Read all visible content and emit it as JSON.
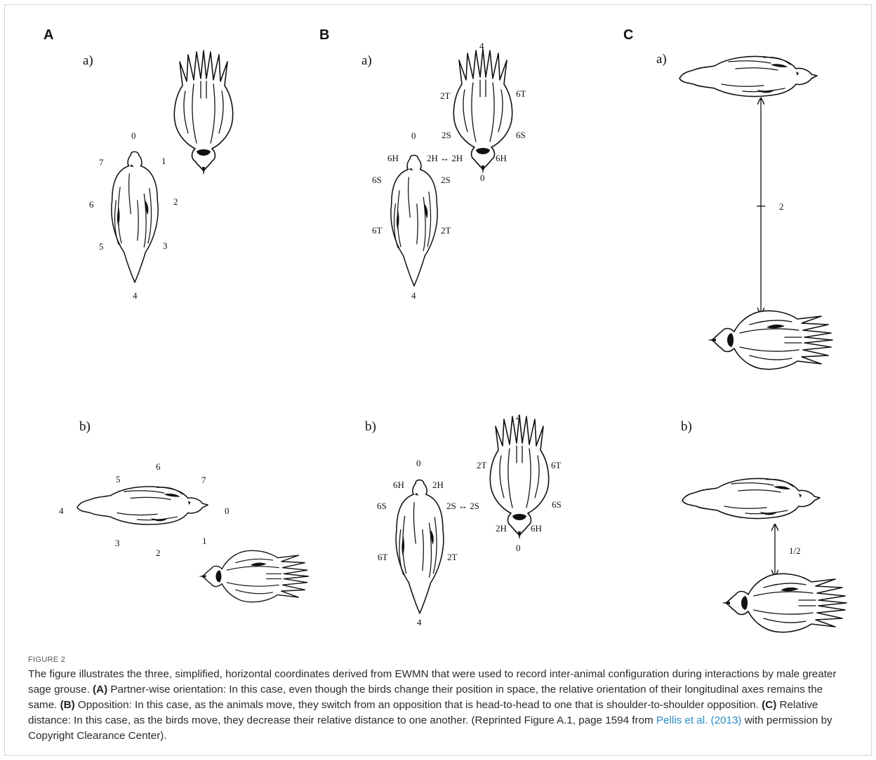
{
  "figure": {
    "panels": {
      "A": "A",
      "B": "B",
      "C": "C"
    },
    "sub": {
      "a": "a)",
      "b": "b)"
    },
    "A": {
      "a_labels": [
        "0",
        "1",
        "2",
        "3",
        "4",
        "5",
        "6",
        "7"
      ],
      "b_labels": [
        "0",
        "1",
        "2",
        "3",
        "4",
        "5",
        "6",
        "7"
      ]
    },
    "B": {
      "a": {
        "top_4": "4",
        "top_2T": "2T",
        "top_6T": "6T",
        "top_6S": "6S",
        "top_0": "0",
        "left_0": "0",
        "left_2S": "2S",
        "left_6H": "6H",
        "left_6S": "6S",
        "left_6T": "6T",
        "left_2T": "2T",
        "left_4": "4",
        "left_2S_b": "2S",
        "rel": "2H ↔ 2H",
        "top_6H": "6H"
      },
      "b": {
        "right_4": "4",
        "right_2T": "2T",
        "right_6T": "6T",
        "right_6S": "6S",
        "right_2H": "2H",
        "right_6H": "6H",
        "right_0": "0",
        "left_0": "0",
        "left_6H": "6H",
        "left_2H": "2H",
        "left_6S": "6S",
        "left_6T": "6T",
        "left_2T": "2T",
        "left_4": "4",
        "rel": "2S ↔ 2S"
      }
    },
    "C": {
      "a_dist": "2",
      "b_dist": "1/2"
    }
  },
  "caption": {
    "label": "FIGURE 2",
    "intro": "The figure illustrates the three, simplified, horizontal coordinates derived from EWMN that were used to record inter-animal configuration during interactions by male greater sage grouse.",
    "a_tag": "(A)",
    "a_text": "Partner-wise orientation: In this case, even though the birds change their position in space, the relative orientation of their longitudinal axes remains the same.",
    "b_tag": "(B)",
    "b_text": "Opposition: In this case, as the animals move, they switch from an opposition that is head-to-head to one that is shoulder-to-shoulder opposition.",
    "c_tag": "(C)",
    "c_text": "Relative distance: In this case, as the birds move, they decrease their relative distance to one another. (Reprinted Figure A.1, page 1594 from",
    "ref": "Pellis et al. (2013)",
    "tail": "with permission by Copyright Clearance Center)."
  }
}
